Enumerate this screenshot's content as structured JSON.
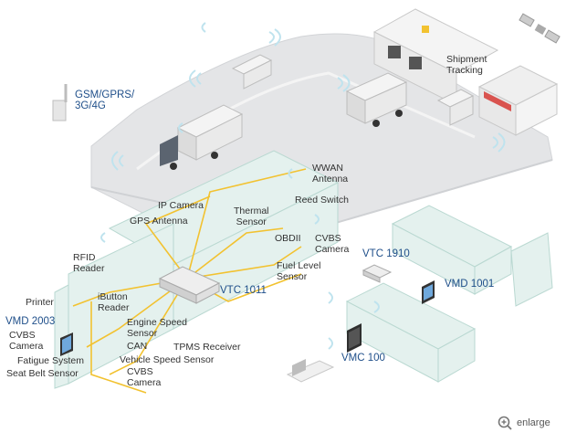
{
  "labels": {
    "gsm": "GSM/GPRS/\n3G/4G",
    "shipment": "Shipment\nTracking",
    "wwan": "WWAN\nAntenna",
    "ip_camera": "IP Camera",
    "reed": "Reed Switch",
    "gps": "GPS Antenna",
    "thermal": "Thermal\nSensor",
    "obdii": "OBDII",
    "cvbs_top": "CVBS\nCamera",
    "rfid": "RFID\nReader",
    "fuel": "Fuel Level\nSensor",
    "vtc1910": "VTC 1910",
    "vmd1001": "VMD 1001",
    "printer": "Printer",
    "ibutton": "iButton\nReader",
    "vtc1011": "VTC 1011",
    "vmd2003": "VMD 2003",
    "engine_speed": "Engine Speed\nSensor",
    "cvbs_left": "CVBS\nCamera",
    "can": "CAN",
    "tpms": "TPMS Receiver",
    "fatigue": "Fatigue System",
    "vehicle_speed": "Vehicle Speed Sensor",
    "seat_belt": "Seat Belt Sensor",
    "cvbs_bottom": "CVBS\nCamera",
    "vmc100": "VMC 100"
  },
  "enlarge": {
    "label": "enlarge",
    "icon": "magnify-plus-icon"
  },
  "colors": {
    "accent": "#1f4f8a",
    "wire": "#f2c230",
    "ghost": "#cfe4df",
    "road": "#e4e5e7"
  }
}
